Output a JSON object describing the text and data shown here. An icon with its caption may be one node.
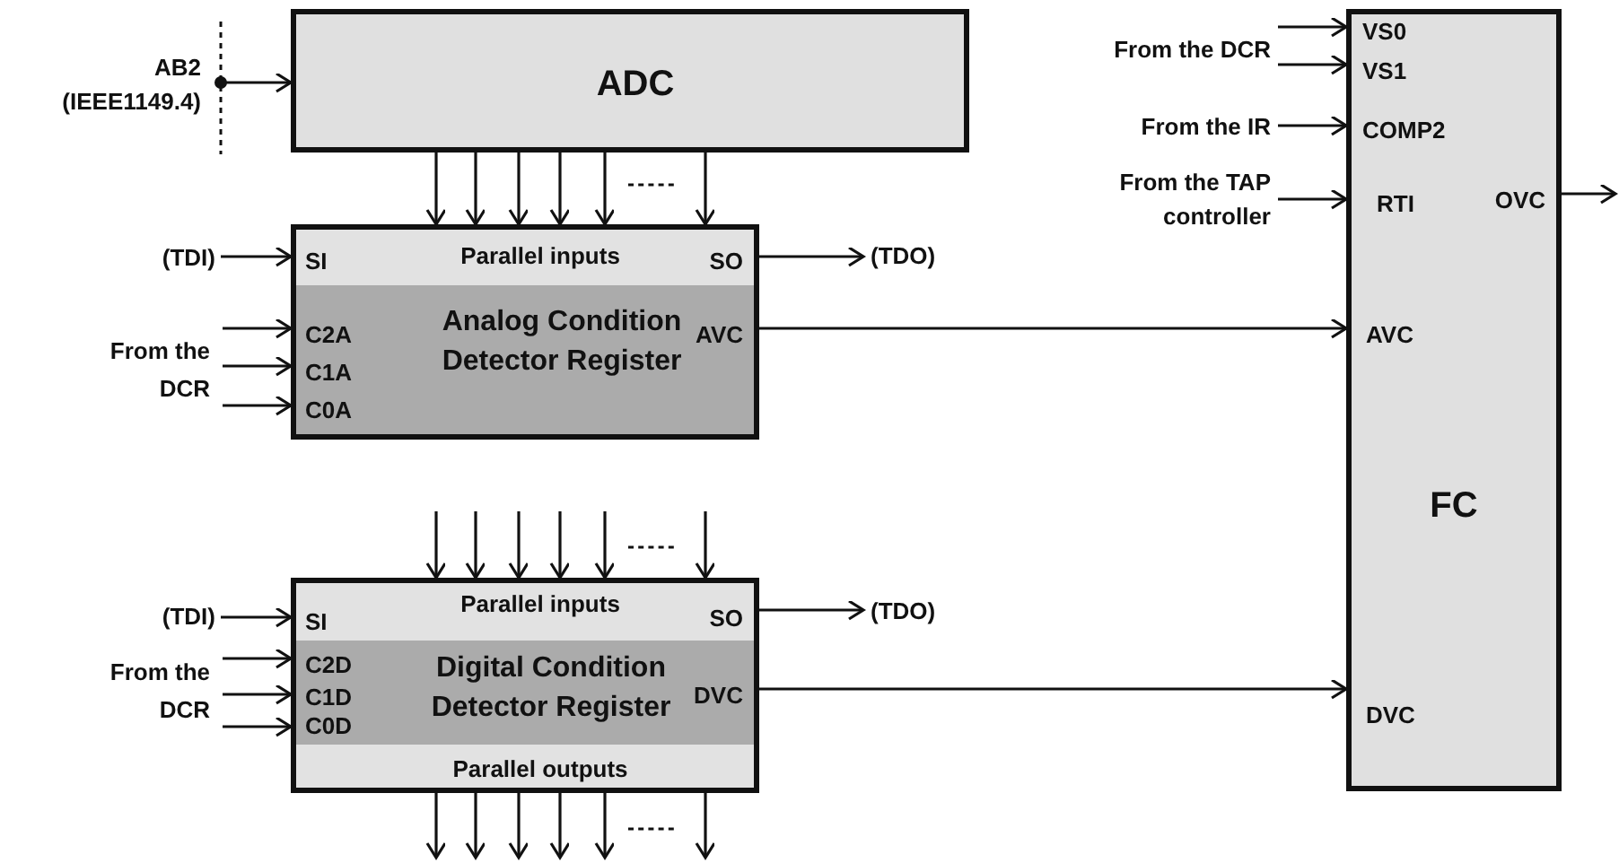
{
  "diagram": {
    "nodes": [
      {
        "text": [
          "ADC"
        ]
      },
      {
        "text": [
          "AB2 (IEEE1149.4)"
        ]
      },
      {
        "text": [
          "Parallel inputs",
          "Analog Condition Detector Register",
          "SI",
          "C2A",
          "C1A",
          "C0A",
          "SO",
          "AVC"
        ]
      },
      {
        "text": [
          "(TDI)"
        ]
      },
      {
        "text": [
          "From the DCR"
        ]
      },
      {
        "text": [
          "(TDO)"
        ]
      },
      {
        "text": [
          "FC",
          "VS0",
          "VS1",
          "COMP2",
          "RTI",
          "OVC",
          "AVC",
          "DVC"
        ]
      },
      {
        "text": [
          "From the DCR"
        ]
      },
      {
        "text": [
          "From the IR"
        ]
      },
      {
        "text": [
          "From the TAP controller"
        ]
      },
      {
        "text": [
          "Parallel inputs",
          "Digital Condition Detector Register",
          "Parallel outputs",
          "SI",
          "C2D",
          "C1D",
          "C0D",
          "SO",
          "DVC"
        ]
      },
      {
        "text": [
          "(TDI)"
        ]
      },
      {
        "text": [
          "From the DCR"
        ]
      },
      {
        "text": [
          "(TDO)"
        ]
      }
    ],
    "edges": [
      {
        "from": 1,
        "to": 0,
        "arrow": "to"
      },
      {
        "from": 0,
        "to": 2,
        "arrow": "to"
      },
      {
        "from": 0,
        "to": 2,
        "arrow": "to"
      },
      {
        "from": 0,
        "to": 2,
        "arrow": "to"
      },
      {
        "from": 0,
        "to": 2,
        "arrow": "to"
      },
      {
        "from": 0,
        "to": 2,
        "arrow": "to"
      },
      {
        "from": 0,
        "to": 2,
        "arrow": "to"
      },
      {
        "from": 3,
        "to": 2,
        "arrow": "to"
      },
      {
        "from": 4,
        "to": 2,
        "arrow": "to"
      },
      {
        "from": 4,
        "to": 2,
        "arrow": "to"
      },
      {
        "from": 4,
        "to": 2,
        "arrow": "to"
      },
      {
        "from": 2,
        "to": 5,
        "arrow": "to"
      },
      {
        "from": 2,
        "to": 6,
        "arrow": "to"
      },
      {
        "from": 7,
        "to": 6,
        "arrow": "to"
      },
      {
        "from": 7,
        "to": 6,
        "arrow": "to"
      },
      {
        "from": 8,
        "to": 6,
        "arrow": "to"
      },
      {
        "from": 9,
        "to": 6,
        "arrow": "to"
      },
      {
        "from": 6,
        "to": null,
        "arrow": "to"
      },
      {
        "from": null,
        "to": 10,
        "arrow": "to"
      },
      {
        "from": null,
        "to": 10,
        "arrow": "to"
      },
      {
        "from": null,
        "to": 10,
        "arrow": "to"
      },
      {
        "from": null,
        "to": 10,
        "arrow": "to"
      },
      {
        "from": null,
        "to": 10,
        "arrow": "to"
      },
      {
        "from": null,
        "to": 10,
        "arrow": "to"
      },
      {
        "from": 11,
        "to": 10,
        "arrow": "to"
      },
      {
        "from": 12,
        "to": 10,
        "arrow": "to"
      },
      {
        "from": 12,
        "to": 10,
        "arrow": "to"
      },
      {
        "from": 12,
        "to": 10,
        "arrow": "to"
      },
      {
        "from": 10,
        "to": 13,
        "arrow": "to"
      },
      {
        "from": 10,
        "to": 6,
        "arrow": "to"
      },
      {
        "from": 10,
        "to": null,
        "arrow": "to"
      },
      {
        "from": 10,
        "to": null,
        "arrow": "to"
      },
      {
        "from": 10,
        "to": null,
        "arrow": "to"
      },
      {
        "from": 10,
        "to": null,
        "arrow": "to"
      },
      {
        "from": 10,
        "to": null,
        "arrow": "to"
      },
      {
        "from": 10,
        "to": null,
        "arrow": "to"
      }
    ]
  }
}
